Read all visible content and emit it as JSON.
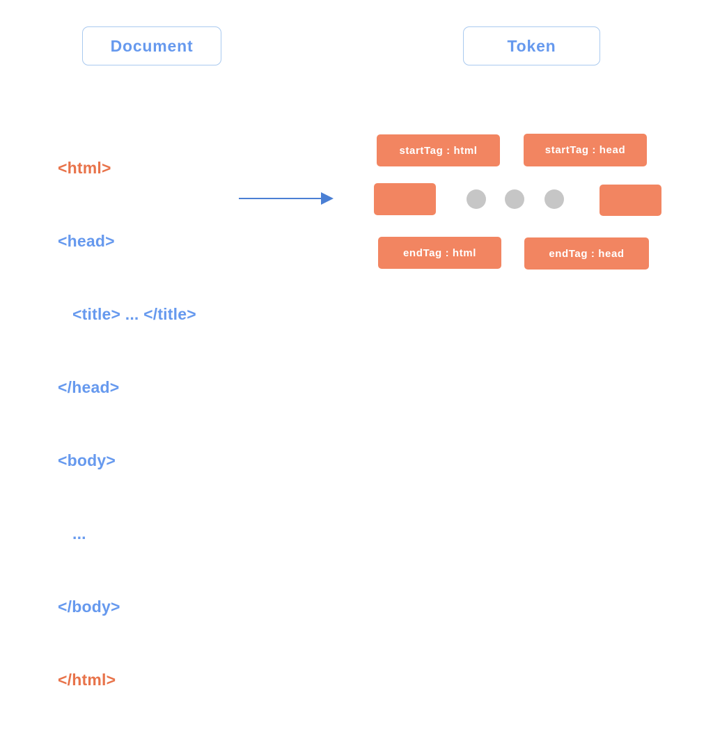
{
  "headers": {
    "document": "Document",
    "token": "Token"
  },
  "code": {
    "lines": [
      {
        "text": "<html>",
        "color": "orange",
        "indent": false
      },
      {
        "text": "<head>",
        "color": "blue",
        "indent": false
      },
      {
        "text": "<title> ... </title>",
        "color": "blue",
        "indent": true
      },
      {
        "text": "</head>",
        "color": "blue",
        "indent": false
      },
      {
        "text": "<body>",
        "color": "blue",
        "indent": false
      },
      {
        "text": "...",
        "color": "blue",
        "indent": true
      },
      {
        "text": "</body>",
        "color": "blue",
        "indent": false
      },
      {
        "text": "</html>",
        "color": "orange",
        "indent": false
      }
    ]
  },
  "arrow": {
    "label": "transforms-into-arrow"
  },
  "tokens": {
    "start_html": "startTag : html",
    "start_head": "startTag : head",
    "blank_left": "",
    "blank_right": "",
    "end_html": "endTag : html",
    "end_head": "endTag : head",
    "ellipsis_dot_count": 3
  },
  "colors": {
    "token_orange": "#F28561",
    "code_blue": "#6699EE",
    "code_orange": "#E8734A",
    "pill_border": "#A9C9EF",
    "dot_gray": "#C6C6C6",
    "arrow_blue": "#4A7FD4",
    "background": "#FFFFFF"
  }
}
